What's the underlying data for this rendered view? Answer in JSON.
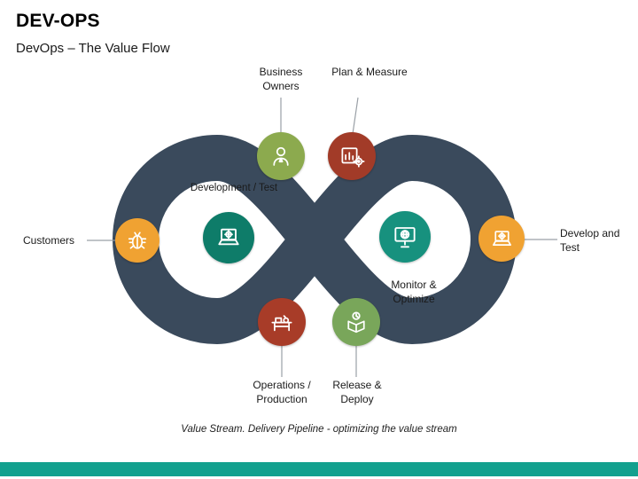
{
  "slide": {
    "title": "DEV-OPS",
    "subtitle": "DevOps – The Value Flow",
    "caption": "Value Stream. Delivery Pipeline - optimizing the value stream"
  },
  "colors": {
    "loop": "#3A4A5C",
    "connector": "#9aa0a6",
    "footer_bar": "#12A08E"
  },
  "nodes": [
    {
      "id": "customers",
      "label": "Customers",
      "color": "#F0A232",
      "icon": "bug-icon"
    },
    {
      "id": "business-owners",
      "label": "Business Owners",
      "color": "#8CAA4E",
      "icon": "person-icon"
    },
    {
      "id": "plan-measure",
      "label": "Plan & Measure",
      "color": "#A23B28",
      "icon": "chart-gear-icon"
    },
    {
      "id": "development-test",
      "label": "Development / Test",
      "color": "#0E7C69",
      "icon": "laptop-gear-icon"
    },
    {
      "id": "monitor-optimize",
      "label": "Monitor & Optimize",
      "color": "#17917E",
      "icon": "monitor-globe-icon"
    },
    {
      "id": "develop-and-test",
      "label": "Develop and Test",
      "color": "#F0A232",
      "icon": "laptop-gear-icon"
    },
    {
      "id": "operations-production",
      "label": "Operations / Production",
      "color": "#A83C28",
      "icon": "workbench-icon"
    },
    {
      "id": "release-deploy",
      "label": "Release & Deploy",
      "color": "#79A65A",
      "icon": "box-clock-icon"
    }
  ]
}
